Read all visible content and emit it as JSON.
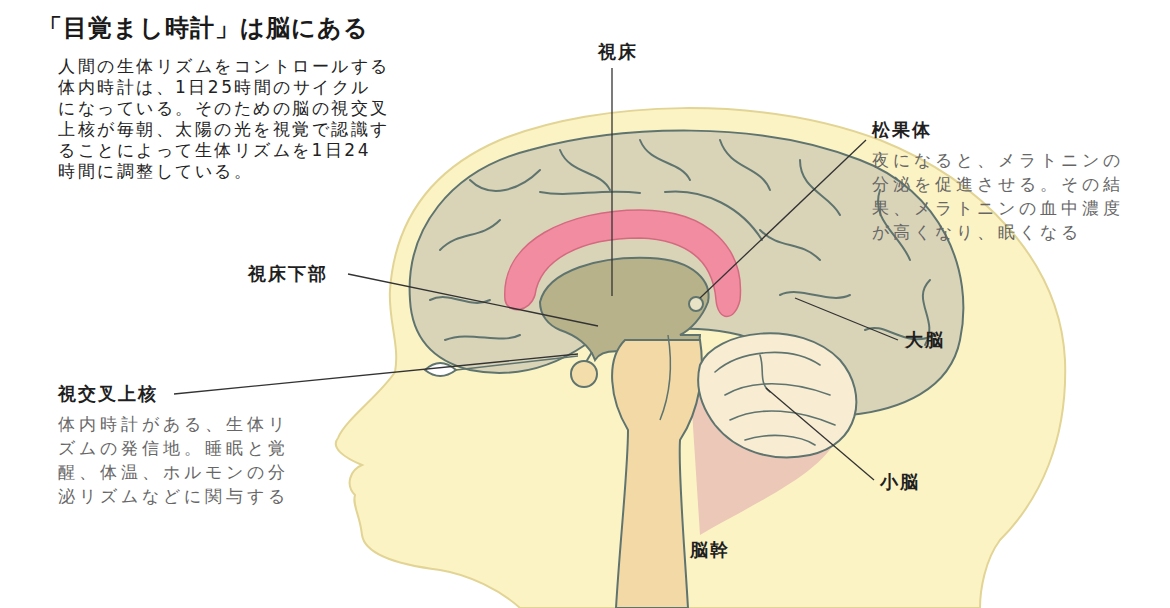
{
  "diagram": {
    "title": "「目覚まし時計」は脳にある",
    "labels": [
      "人間の生体リズムをコントロールする 体内時計は、1日25時間のサイクル になっている。そのための脳の視交叉 上核が毎朝、太陽の光を視覚で認識す ることによって生体リズムを1日24 時間に調整している。",
      "視床",
      "松果体",
      "夜になると、メラトニンの 分泌を促進させる。その結 果、メラトニンの血中濃度 が高くなり、眠くなる",
      "視床下部",
      "大脳",
      "視交叉上核",
      "体内時計がある、生体リ ズムの発信地。睡眠と覚 醒、体温、ホルモンの分 泌リズムなどに関与する",
      "小脳",
      "脳幹"
    ]
  }
}
